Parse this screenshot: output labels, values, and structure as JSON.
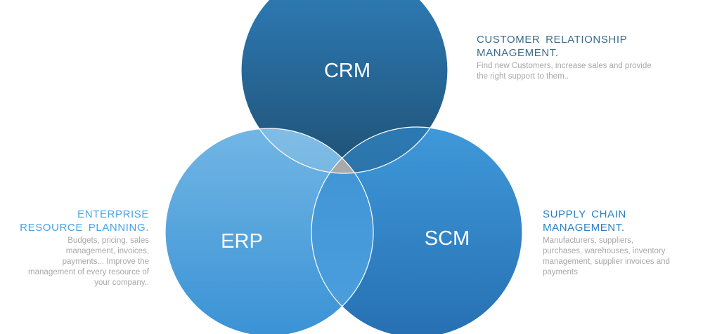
{
  "circles": {
    "crm": {
      "label": "CRM"
    },
    "erp": {
      "label": "ERP"
    },
    "scm": {
      "label": "SCM"
    }
  },
  "crm_text": {
    "heading_line1": "CUSTOMER  RELATIONSHIP",
    "heading_line2": "MANAGEMENT.",
    "desc_line1": "Find  new Customers, increase sales and provide",
    "desc_line2": "the right support to  them.."
  },
  "scm_text": {
    "heading_line1": "SUPPLY  CHAIN",
    "heading_line2": "MANAGEMENT.",
    "desc_line1": "Manufacturers, suppliers,",
    "desc_line2": "purchases, warehouses, inventory",
    "desc_line3": "management,  supplier invoices and",
    "desc_line4": "payments"
  },
  "erp_text": {
    "heading_line1": "ENTERPRISE",
    "heading_line2": "RESOURCE  PLANNING.",
    "desc_line1": "Budgets, pricing, sales",
    "desc_line2": "management,  invoices,",
    "desc_line3": "payments... Improve the",
    "desc_line4": "management  of every resource of",
    "desc_line5": "your company.."
  },
  "colors": {
    "crm_top": "#2f7fbd",
    "crm_bottom": "#1f5174",
    "erp_top": "#6fb3e4",
    "erp_bottom": "#3c93d6",
    "scm_top": "#3d96d8",
    "scm_bottom": "#2873b5",
    "center": "#a9a9a9",
    "outline": "#ffffff"
  }
}
